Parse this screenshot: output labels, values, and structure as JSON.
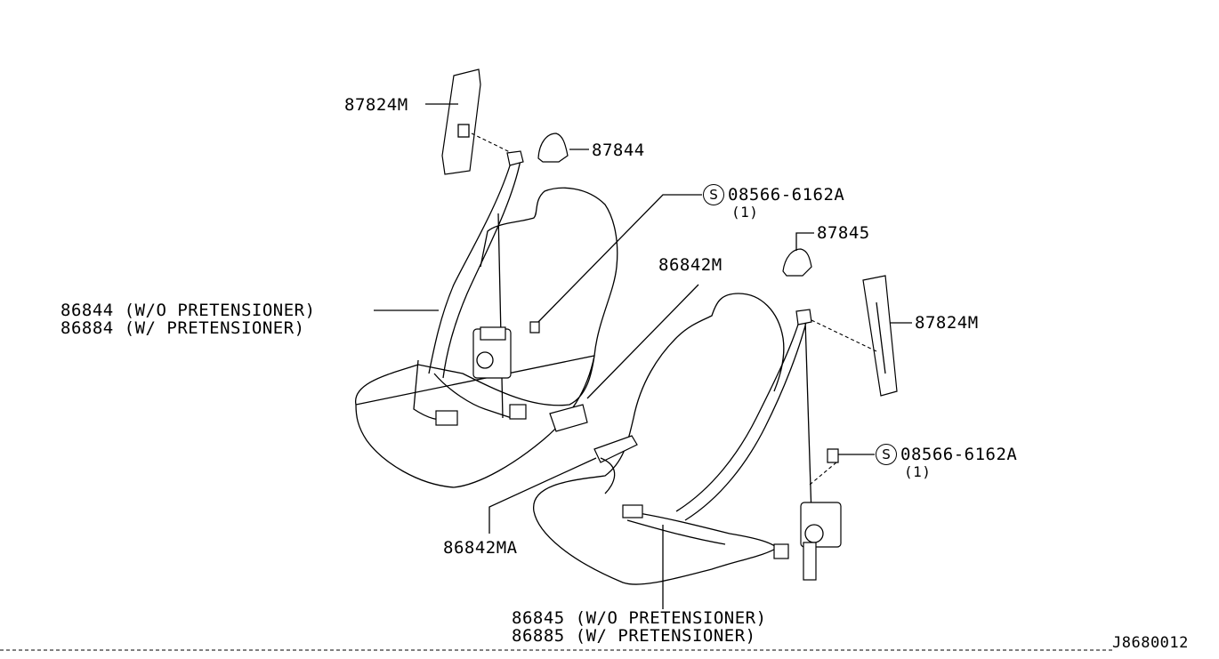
{
  "labels": {
    "p87824m_top": "87824M",
    "p87844": "87844",
    "bolt_top_num": "08566-6162A",
    "bolt_top_qty": "(1)",
    "p87845": "87845",
    "p86842m": "86842M",
    "p87824m_right": "87824M",
    "p86844": "86844 (W/O PRETENSIONER)",
    "p86884": "86884 (W/ PRETENSIONER)",
    "bolt_right_num": "08566-6162A",
    "bolt_right_qty": "(1)",
    "p86842ma": "86842MA",
    "p86845": "86845 (W/O PRETENSIONER)",
    "p86885": "86885 (W/ PRETENSIONER)",
    "diagram_code": "J8680012"
  },
  "symbols": {
    "bolt_mark": "S"
  }
}
